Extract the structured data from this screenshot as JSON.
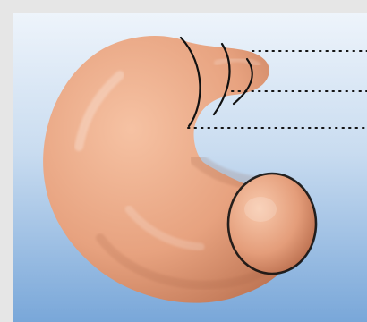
{
  "scene": {
    "colors": {
      "frame": "#e6e6e6",
      "background_top": "#eef4fb",
      "background_bottom": "#79a7d9",
      "skin_light": "#f6c2a3",
      "skin_mid": "#e7a27f",
      "skin_dark": "#b86e4d",
      "outline": "#111111",
      "guide_dots": "#111111"
    },
    "objects": {
      "model": "curved-tube-3d-model",
      "cut_lines": 3,
      "dotted_guides": 3,
      "end_cap": "circular-end-cap"
    }
  }
}
